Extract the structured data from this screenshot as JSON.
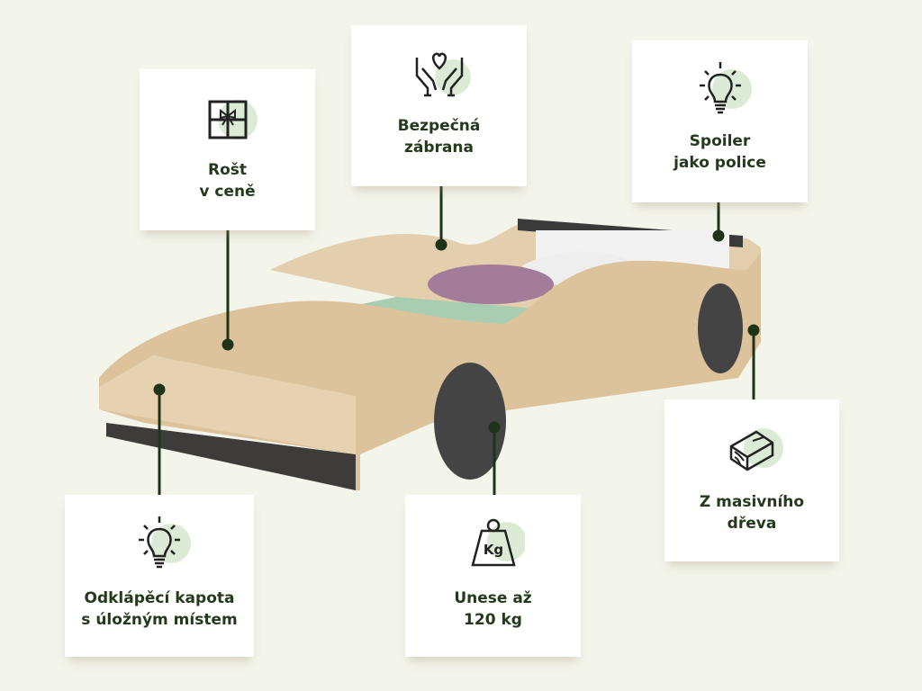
{
  "colors": {
    "background": "#f3f4ea",
    "text": "#233a1c",
    "accent_circle": "#dcebd5",
    "connector": "#1f3318"
  },
  "callouts": [
    {
      "id": "rost",
      "icon": "gift-icon",
      "lines": [
        "Rošt",
        "v ceně"
      ]
    },
    {
      "id": "zabrana",
      "icon": "hands-heart-icon",
      "lines": [
        "Bezpečná",
        "zábrana"
      ]
    },
    {
      "id": "spoiler",
      "icon": "lightbulb-icon",
      "lines": [
        "Spoiler",
        "jako police"
      ]
    },
    {
      "id": "kapota",
      "icon": "lightbulb-icon",
      "lines": [
        "Odklápěcí kapota",
        "s úložným místem"
      ]
    },
    {
      "id": "nosnost",
      "icon": "weight-kg-icon",
      "lines": [
        "Unese až",
        "120 kg"
      ],
      "icon_text": "Kg"
    },
    {
      "id": "drevo",
      "icon": "wood-log-icon",
      "lines": [
        "Z masivního",
        "dřeva"
      ]
    }
  ]
}
